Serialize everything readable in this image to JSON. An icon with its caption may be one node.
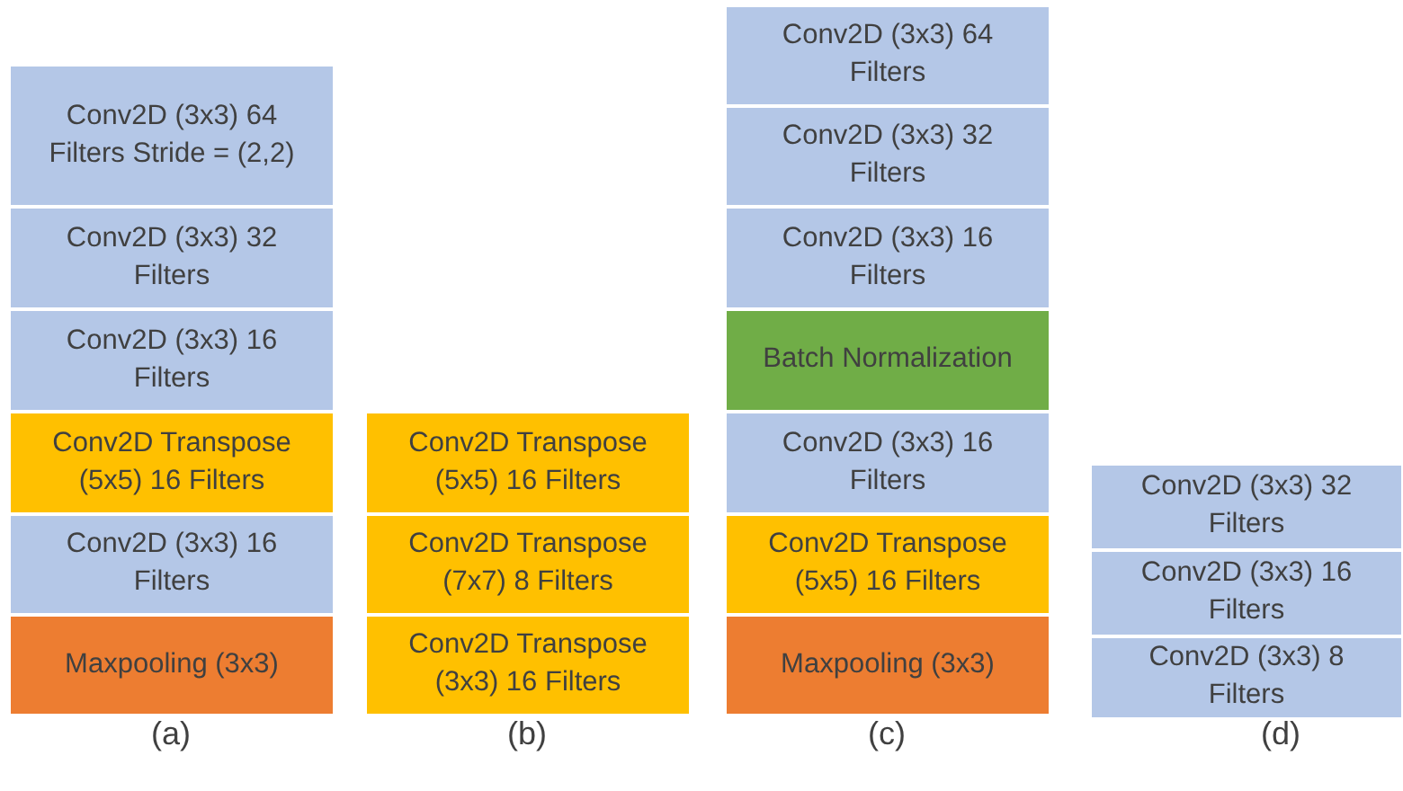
{
  "diagram": {
    "nodes": [
      {
        "text": [
          "Conv2D (3x3) 64 Filters Stride = (2,2)"
        ]
      },
      {
        "text": [
          "Conv2D (3x3) 32 Filters"
        ]
      },
      {
        "text": [
          "Conv2D (3x3) 16 Filters"
        ]
      },
      {
        "text": [
          "Conv2D Transpose (5x5) 16 Filters"
        ]
      },
      {
        "text": [
          "Conv2D (3x3) 16 Filters"
        ]
      },
      {
        "text": [
          "Maxpooling (3x3)"
        ]
      },
      {
        "text": [
          "Conv2D Transpose (5x5) 16 Filters"
        ]
      },
      {
        "text": [
          "Conv2D Transpose (7x7) 8 Filters"
        ]
      },
      {
        "text": [
          "Conv2D Transpose (3x3) 16 Filters"
        ]
      },
      {
        "text": [
          "Conv2D (3x3) 64 Filters"
        ]
      },
      {
        "text": [
          "Conv2D (3x3) 32 Filters"
        ]
      },
      {
        "text": [
          "Conv2D (3x3) 16 Filters"
        ]
      },
      {
        "text": [
          "Batch Normalization"
        ]
      },
      {
        "text": [
          "Conv2D (3x3) 16 Filters"
        ]
      },
      {
        "text": [
          "Conv2D Transpose (5x5) 16 Filters"
        ]
      },
      {
        "text": [
          "Maxpooling (3x3)"
        ]
      },
      {
        "text": [
          "Conv2D (3x3) 32 Filters"
        ]
      },
      {
        "text": [
          "Conv2D (3x3) 16 Filters"
        ]
      },
      {
        "text": [
          "Conv2D (3x3) 8 Filters"
        ]
      }
    ],
    "labels": [
      "(a)",
      "(b)",
      "(c)",
      "(d)"
    ]
  }
}
